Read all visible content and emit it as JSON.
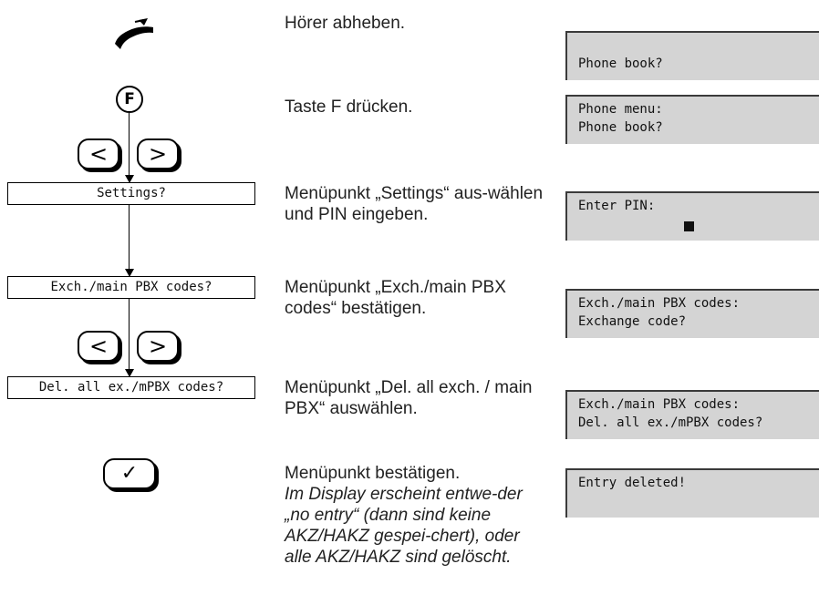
{
  "steps": [
    {
      "instruction": "Hörer abheben.",
      "display_line1": "",
      "display_line2": "Phone book?"
    },
    {
      "instruction": "Taste F drücken.",
      "display_line1": "Phone menu:",
      "display_line2": "Phone book?"
    },
    {
      "instruction": "Menüpunkt „Settings“ aus-wählen und PIN eingeben.",
      "display_line1": "Enter PIN:",
      "display_line2": ""
    },
    {
      "instruction": "Menüpunkt „Exch./main PBX codes“ bestätigen.",
      "display_line1": "Exch./main PBX codes:",
      "display_line2": "Exchange code?"
    },
    {
      "instruction": "Menüpunkt „Del. all exch. / main PBX“ auswählen.",
      "display_line1": "Exch./main PBX codes:",
      "display_line2": "Del. all ex./mPBX codes?"
    },
    {
      "instruction": "Menüpunkt bestätigen.",
      "note": "Im Display erscheint entwe-der „no entry“ (dann sind keine AKZ/HAKZ gespei-chert), oder alle AKZ/HAKZ sind gelöscht.",
      "display_line1": "Entry deleted!",
      "display_line2": ""
    }
  ],
  "menu_items": {
    "settings": "Settings?",
    "exch_codes": "Exch./main PBX codes?",
    "del_all": "Del. all ex./mPBX codes?"
  },
  "keys": {
    "f_key": "F",
    "left": "<",
    "right": ">",
    "ok": "✓"
  },
  "icons": {
    "handset": "handset-lift-icon",
    "cursor": "input-cursor-block"
  }
}
